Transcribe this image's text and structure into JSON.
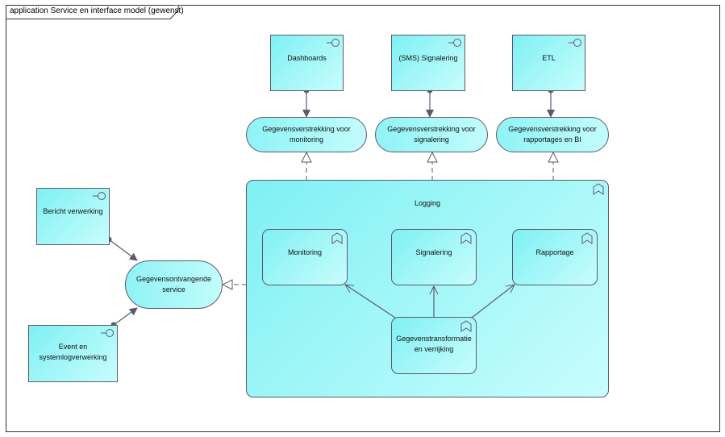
{
  "frame": {
    "title": "application Service en interface model (gewenst)"
  },
  "interfaces": {
    "dashboards": "Dashboards",
    "sms": "(SMS) Signalering",
    "etl": "ETL",
    "bericht": "Bericht verwerking",
    "event": "Event en systemlogverwerking"
  },
  "services": {
    "monitoring": "Gegevensverstrekking voor monitoring",
    "signalering": "Gegevensverstrekking voor signalering",
    "rapportages": "Gegevensverstrekking voor rapportages en BI",
    "ontvangende": "Gegevensontvangende service"
  },
  "functions": {
    "logging": "Logging",
    "monitoring": "Monitoring",
    "signalering": "Signalering",
    "rapportage": "Rapportage",
    "transformatie": "Gegevenstransformatie en verrijking"
  },
  "icons": {
    "interface": "interface-icon",
    "function": "function-icon"
  }
}
